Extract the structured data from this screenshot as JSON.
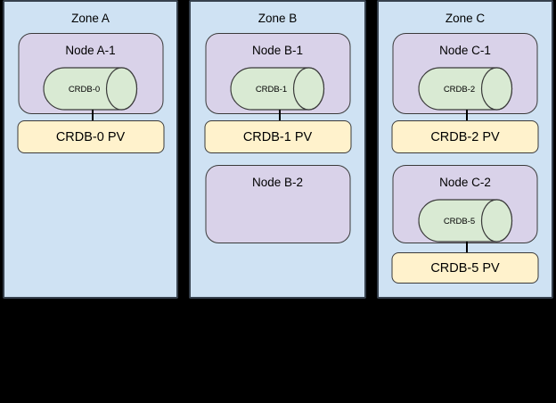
{
  "colors": {
    "background": "#000000",
    "zone_fill": "#cfe2f3",
    "zone_border": "#37414d",
    "node_fill": "#d9d2e9",
    "cylinder_fill": "#d9ead3",
    "pv_fill": "#fff2cc",
    "shape_border": "#3a3a3a",
    "connector": "#000000",
    "text": "#000000"
  },
  "zones": [
    {
      "label": "Zone A",
      "nodes": [
        {
          "label": "Node A-1",
          "pod": {
            "label": "CRDB-0"
          },
          "pv": {
            "label": "CRDB-0 PV"
          }
        }
      ]
    },
    {
      "label": "Zone B",
      "nodes": [
        {
          "label": "Node B-1",
          "pod": {
            "label": "CRDB-1"
          },
          "pv": {
            "label": "CRDB-1 PV"
          }
        },
        {
          "label": "Node B-2"
        }
      ]
    },
    {
      "label": "Zone C",
      "nodes": [
        {
          "label": "Node C-1",
          "pod": {
            "label": "CRDB-2"
          },
          "pv": {
            "label": "CRDB-2 PV"
          }
        },
        {
          "label": "Node C-2",
          "pod": {
            "label": "CRDB-5"
          },
          "pv": {
            "label": "CRDB-5 PV"
          }
        }
      ]
    }
  ]
}
